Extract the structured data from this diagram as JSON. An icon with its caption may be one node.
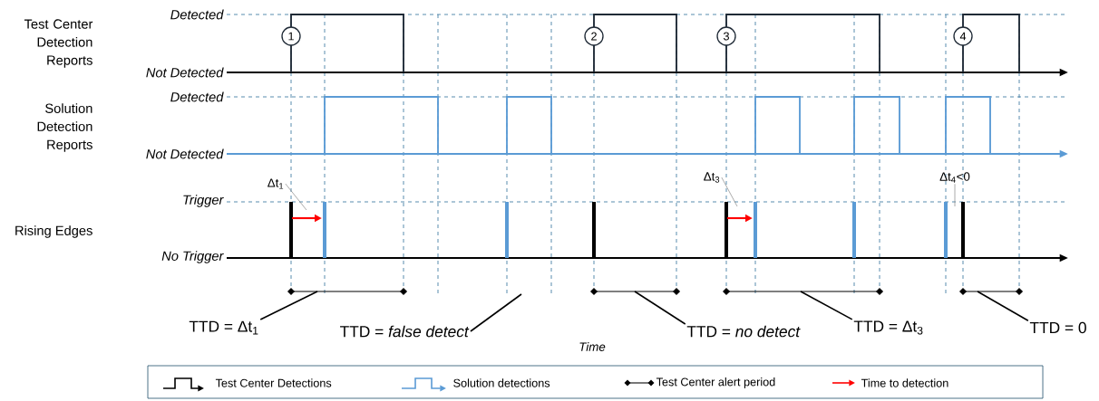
{
  "diagram": {
    "nodes": [
      {
        "text": [
          "Δt$_{1}$"
        ]
      },
      {
        "text": [
          "Δt$_{3}$"
        ]
      },
      {
        "text": [
          "Δt$_{4}$<0"
        ]
      },
      {
        "text": [
          "TTD = Δt$_{1}$"
        ]
      },
      {
        "text": [
          "TTD = *false detect*"
        ]
      },
      {
        "text": [
          "TTD = *no detect*"
        ]
      },
      {
        "text": [
          "TTD = Δt$_{3}$"
        ]
      },
      {
        "text": [
          "TTD = 0"
        ]
      }
    ],
    "edges": [
      {
        "from": 0,
        "to": null,
        "arrow": "none",
        "color": "#808080"
      },
      {
        "from": 1,
        "to": null,
        "arrow": "none",
        "color": "#808080"
      },
      {
        "from": 2,
        "to": null,
        "arrow": "none",
        "color": "#808080"
      },
      {
        "from": 3,
        "to": null,
        "arrow": "none"
      },
      {
        "from": 4,
        "to": null,
        "arrow": "none"
      },
      {
        "from": 5,
        "to": null,
        "arrow": "none"
      },
      {
        "from": 6,
        "to": null,
        "arrow": "none"
      },
      {
        "from": 7,
        "to": null,
        "arrow": "none"
      }
    ],
    "labels": [
      "Test Center Detection Reports",
      "Detected",
      "Not Detected",
      "1",
      "2",
      "3",
      "4",
      "Solution Detection Reports",
      "Detected",
      "Not Detected",
      "Rising Edges",
      "Trigger",
      "No Trigger",
      "Time"
    ],
    "legend": [
      {
        "text": "Test Center Detections"
      },
      {
        "text": "Solution detections"
      },
      {
        "text": "Test Center alert period"
      },
      {
        "text": "Time to detection"
      }
    ]
  }
}
